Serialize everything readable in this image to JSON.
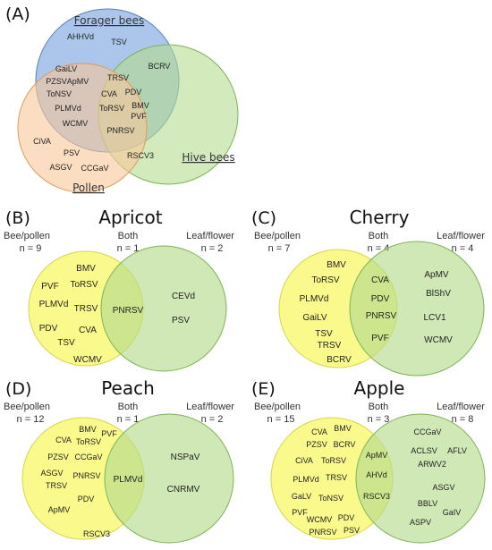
{
  "panel_a": {
    "letter": "(A)",
    "sets": {
      "forager": "Forager bees",
      "hive": "Hive bees",
      "pollen": "Pollen"
    },
    "forager_only": [
      "AHHVd",
      "TSV"
    ],
    "hive_only": [
      "BCRV"
    ],
    "forager_pollen": [
      "GaiLV",
      "PZSV",
      "ApMV",
      "ToNSV",
      "PLMVd",
      "WCMV"
    ],
    "all_three": [
      "TRSV",
      "CVA",
      "PDV",
      "ToRSV",
      "BMV",
      "PVF",
      "PNRSV"
    ],
    "hive_pollen": [
      "RSCV3"
    ],
    "pollen_only": [
      "CiVA",
      "PSV",
      "ASGV",
      "CCGaV"
    ]
  },
  "panel_b": {
    "letter": "(B)",
    "title": "Apricot",
    "left_header": "Bee/pollen",
    "middle_header": "Both",
    "right_header": "Leaf/flower",
    "n_left": "n = 9",
    "n_mid": "n = 1",
    "n_right": "n = 2",
    "left": [
      "BMV",
      "ToRSV",
      "PVF",
      "PLMVd",
      "TRSV",
      "PDV",
      "CVA",
      "TSV",
      "WCMV"
    ],
    "both": [
      "PNRSV"
    ],
    "right": [
      "CEVd",
      "PSV"
    ]
  },
  "panel_c": {
    "letter": "(C)",
    "title": "Cherry",
    "left_header": "Bee/pollen",
    "middle_header": "Both",
    "right_header": "Leaf/flower",
    "n_left": "n = 7",
    "n_mid": "n = 4",
    "n_right": "n = 4",
    "left": [
      "BMV",
      "ToRSV",
      "PLMVd",
      "GaiLV",
      "TSV",
      "TRSV",
      "BCRV"
    ],
    "both": [
      "CVA",
      "PDV",
      "PNRSV",
      "PVF"
    ],
    "right": [
      "ApMV",
      "BlShV",
      "LCV1",
      "WCMV"
    ]
  },
  "panel_d": {
    "letter": "(D)",
    "title": "Peach",
    "left_header": "Bee/pollen",
    "middle_header": "Both",
    "right_header": "Leaf/flower",
    "n_left": "n = 12",
    "n_mid": "n = 1",
    "n_right": "n = 2",
    "left": [
      "BMV",
      "PVF",
      "CVA",
      "ToRSV",
      "PZSV",
      "CCGaV",
      "ASGV",
      "PNRSV",
      "TRSV",
      "PDV",
      "ApMV",
      "RSCV3"
    ],
    "both": [
      "PLMVd"
    ],
    "right": [
      "NSPaV",
      "CNRMV"
    ]
  },
  "panel_e": {
    "letter": "(E)",
    "title": "Apple",
    "left_header": "Bee/pollen",
    "middle_header": "Both",
    "right_header": "Leaf/flower",
    "n_left": "n = 15",
    "n_mid": "n = 3",
    "n_right": "n = 8",
    "left": [
      "CVA",
      "BMV",
      "PZSV",
      "BCRV",
      "CiVA",
      "ToRSV",
      "TRSV",
      "PLMVd",
      "GaLV",
      "ToNSV",
      "PVF",
      "WCMV",
      "PDV",
      "PNRSV",
      "PSV"
    ],
    "both": [
      "ApMV",
      "AHVd",
      "RSCV3"
    ],
    "right": [
      "CCGaV",
      "ACLSV",
      "AFLV",
      "ARWV2",
      "ASGV",
      "BBLV",
      "GaIV",
      "ASPV"
    ]
  },
  "colors": {
    "forager_blue": "#8fb3e3",
    "hive_green": "#b5dc8f",
    "pollen_orange": "#f8c79a",
    "venn_yellow": "#fafa8c",
    "venn_green": "#b6dc8d"
  }
}
